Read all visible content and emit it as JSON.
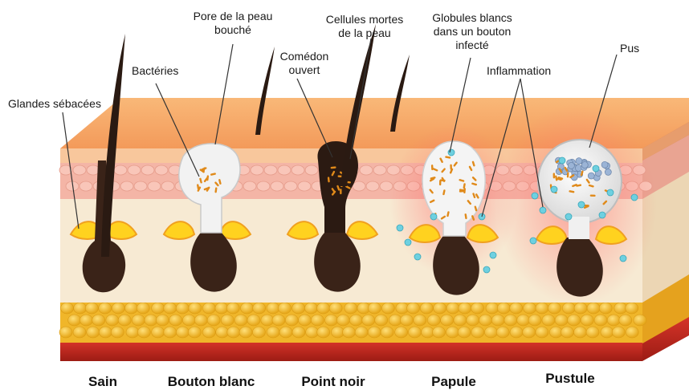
{
  "labels": {
    "glandes": "Glandes sébacées",
    "bacteries": "Bactéries",
    "pore": "Pore de la peau bouché",
    "comedon": "Comédon ouvert",
    "cellules": "Cellules mortes de la peau",
    "globules": "Globules blancs dans un bouton infecté",
    "inflammation": "Inflammation",
    "pus": "Pus"
  },
  "stages": [
    "Sain",
    "Bouton blanc",
    "Point noir",
    "Papule",
    "Pustule"
  ],
  "colors": {
    "epidermis": "#f6a56a",
    "dermis": "#f7e9cf",
    "pink_layer": "#f3b2a4",
    "fat": "#f2c12b",
    "muscle": "#c62a1e",
    "follicle": "#3a2318",
    "sebum": "#ffd21f",
    "bacteria": "#e08a1a",
    "white_cells": "#6ed0e0",
    "inflammation": "#ff8080"
  }
}
